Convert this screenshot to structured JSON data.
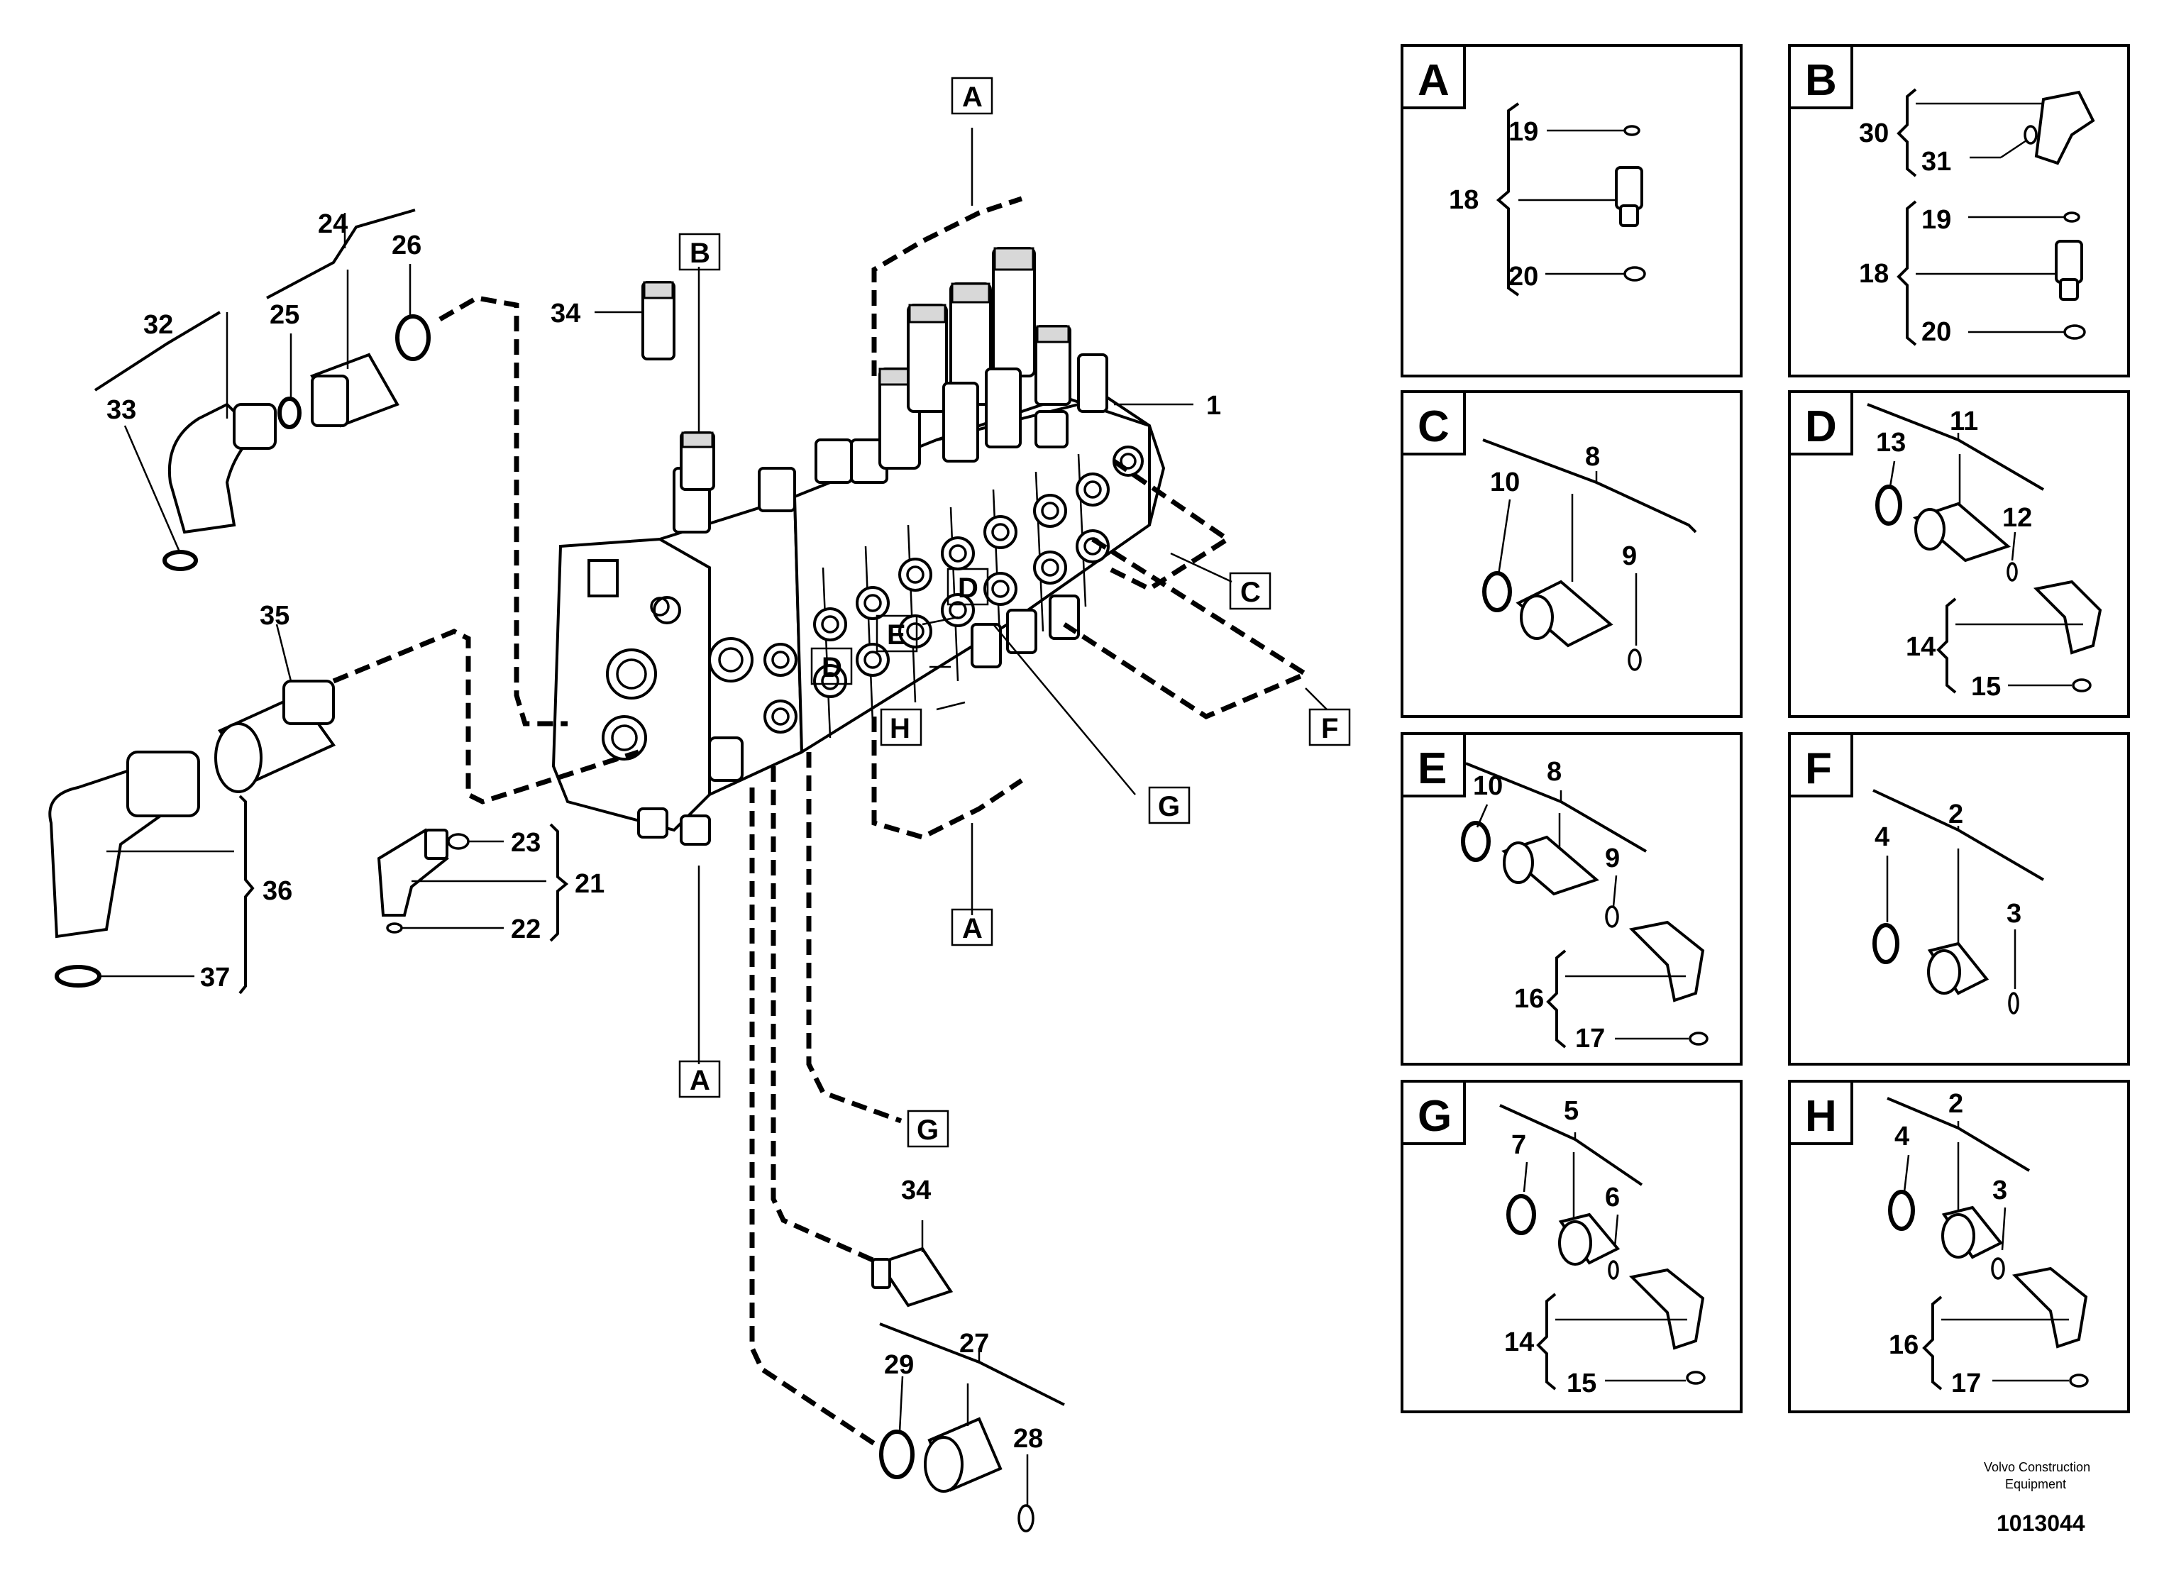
{
  "diagram": {
    "main_callouts": [
      {
        "id": "c1",
        "text": "1"
      },
      {
        "id": "c21",
        "text": "21"
      },
      {
        "id": "c22",
        "text": "22"
      },
      {
        "id": "c23",
        "text": "23"
      },
      {
        "id": "c24",
        "text": "24"
      },
      {
        "id": "c25",
        "text": "25"
      },
      {
        "id": "c26",
        "text": "26"
      },
      {
        "id": "c27",
        "text": "27"
      },
      {
        "id": "c28",
        "text": "28"
      },
      {
        "id": "c29",
        "text": "29"
      },
      {
        "id": "c32",
        "text": "32"
      },
      {
        "id": "c33",
        "text": "33"
      },
      {
        "id": "c34a",
        "text": "34"
      },
      {
        "id": "c34b",
        "text": "34"
      },
      {
        "id": "c35",
        "text": "35"
      },
      {
        "id": "c36",
        "text": "36"
      },
      {
        "id": "c37",
        "text": "37"
      }
    ],
    "main_boxes": [
      {
        "id": "bA1",
        "text": "A"
      },
      {
        "id": "bB",
        "text": "B"
      },
      {
        "id": "bC",
        "text": "C"
      },
      {
        "id": "bD1",
        "text": "D"
      },
      {
        "id": "bD2",
        "text": "D"
      },
      {
        "id": "bE",
        "text": "E"
      },
      {
        "id": "bH",
        "text": "H"
      },
      {
        "id": "bF",
        "text": "F"
      },
      {
        "id": "bG1",
        "text": "G"
      },
      {
        "id": "bA2",
        "text": "A"
      },
      {
        "id": "bA3",
        "text": "A"
      },
      {
        "id": "bG2",
        "text": "G"
      }
    ],
    "panels": [
      {
        "letter": "A",
        "callouts": [
          "19",
          "18",
          "20"
        ]
      },
      {
        "letter": "B",
        "callouts": [
          "30",
          "31",
          "19",
          "18",
          "20"
        ]
      },
      {
        "letter": "C",
        "callouts": [
          "8",
          "10",
          "9"
        ]
      },
      {
        "letter": "D",
        "callouts": [
          "11",
          "13",
          "12",
          "14",
          "15"
        ]
      },
      {
        "letter": "E",
        "callouts": [
          "10",
          "8",
          "9",
          "16",
          "17"
        ]
      },
      {
        "letter": "F",
        "callouts": [
          "2",
          "4",
          "3"
        ]
      },
      {
        "letter": "G",
        "callouts": [
          "5",
          "7",
          "6",
          "14",
          "15"
        ]
      },
      {
        "letter": "H",
        "callouts": [
          "2",
          "4",
          "3",
          "16",
          "17"
        ]
      }
    ],
    "credit_line1": "Volvo Construction",
    "credit_line2": "Equipment",
    "doc_number": "1013044"
  }
}
